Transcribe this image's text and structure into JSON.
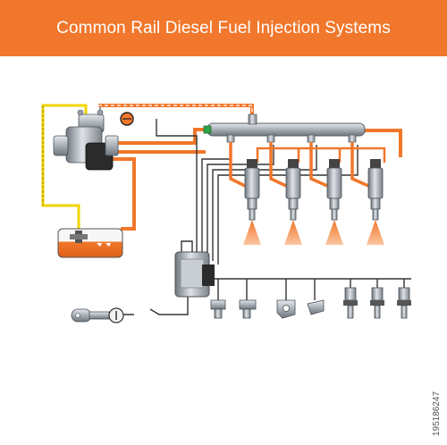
{
  "header": {
    "title": "Common Rail Diesel Fuel Injection Systems",
    "background": "#f0772b"
  },
  "stock_id": "195186247",
  "colors": {
    "fuel_line": "#f0772b",
    "return_line": "#f0772b",
    "low_pressure_line": "#f3d400",
    "wiring": "#333333",
    "spray": "#f0772b",
    "metal": "#a9b0b7"
  },
  "components": {
    "high_pressure_pump": "high-pressure-pump",
    "fuel_tank": "fuel-tank",
    "common_rail": "common-rail",
    "injectors": [
      "injector-1",
      "injector-2",
      "injector-3",
      "injector-4"
    ],
    "ecu": "ecu",
    "ignition_key": "ignition-key",
    "ignition_switch": "ignition-switch",
    "sensors": [
      "sensor-1",
      "sensor-2",
      "sensor-3",
      "sensor-4",
      "sensor-5",
      "sensor-6",
      "sensor-7"
    ]
  }
}
